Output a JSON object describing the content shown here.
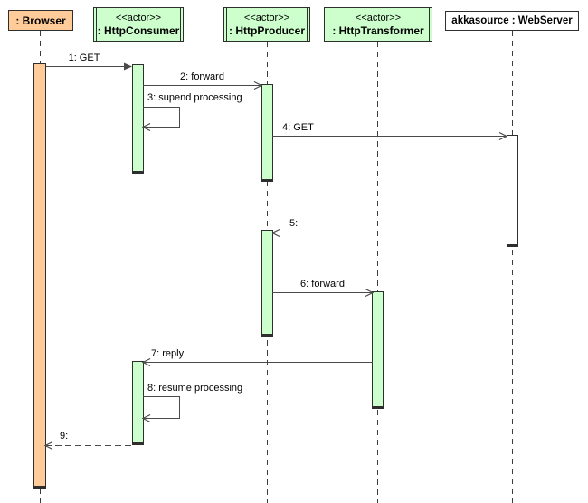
{
  "diagram_type": "uml-sequence-diagram",
  "colors": {
    "browser_fill": "#FFCC99",
    "actor_fill": "#CCFFCC",
    "line_color": "#4a4a4a",
    "border_color": "#2e2e2e",
    "background": "#ffffff"
  },
  "objects": [
    {
      "name": ": Browser",
      "stereotype": ""
    },
    {
      "name": ": HttpConsumer",
      "stereotype": "<<actor>>"
    },
    {
      "name": ": HttpProducer",
      "stereotype": "<<actor>>"
    },
    {
      "name": ": HttpTransformer",
      "stereotype": "<<actor>>"
    },
    {
      "name": "akkasource : WebServer",
      "stereotype": ""
    }
  ],
  "messages": [
    {
      "label": "1: GET",
      "from": ": Browser",
      "to": ": HttpConsumer",
      "line": "solid",
      "arrow": "filled",
      "self": false
    },
    {
      "label": "2: forward",
      "from": ": HttpConsumer",
      "to": ": HttpProducer",
      "line": "solid",
      "arrow": "open",
      "self": false
    },
    {
      "label": "3: supend processing",
      "from": ": HttpConsumer",
      "to": ": HttpConsumer",
      "line": "solid",
      "arrow": "open",
      "self": true
    },
    {
      "label": "4: GET",
      "from": ": HttpProducer",
      "to": "akkasource : WebServer",
      "line": "solid",
      "arrow": "open",
      "self": false
    },
    {
      "label": "5:",
      "from": "akkasource : WebServer",
      "to": ": HttpProducer",
      "line": "dashed",
      "arrow": "open",
      "self": false
    },
    {
      "label": "6: forward",
      "from": ": HttpProducer",
      "to": ": HttpTransformer",
      "line": "solid",
      "arrow": "open",
      "self": false
    },
    {
      "label": "7: reply",
      "from": ": HttpTransformer",
      "to": ": HttpConsumer",
      "line": "solid",
      "arrow": "open",
      "self": false
    },
    {
      "label": "8: resume processing",
      "from": ": HttpConsumer",
      "to": ": HttpConsumer",
      "line": "solid",
      "arrow": "open",
      "self": true
    },
    {
      "label": "9:",
      "from": ": HttpConsumer",
      "to": ": Browser",
      "line": "dashed",
      "arrow": "open",
      "self": false
    }
  ]
}
